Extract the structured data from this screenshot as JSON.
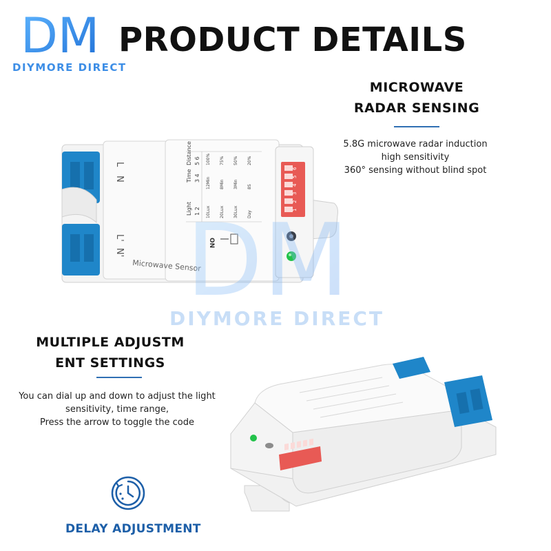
{
  "brand": {
    "logo_letters": "DM",
    "name": "DIYMORE DIRECT",
    "accent_color": "#3d8ee6"
  },
  "header": {
    "title": "PRODUCT DETAILS"
  },
  "section_radar": {
    "title_line1": "MICROWAVE",
    "title_line2": "RADAR SENSING",
    "desc_lines": [
      "5.8G microwave radar induction",
      "high sensitivity",
      "360° sensing without blind spot"
    ]
  },
  "section_settings": {
    "title_line1": "MULTIPLE ADJUSTM",
    "title_line2": "ENT SETTINGS",
    "desc_lines": [
      "You can dial up and down to adjust the light",
      "sensitivity, time range,",
      "Press the arrow to toggle the code"
    ]
  },
  "delay": {
    "icon": "clock-icon",
    "label": "DELAY ADJUSTMENT"
  },
  "device_top": {
    "port_labels": [
      "L",
      "N",
      "L'",
      "N'"
    ],
    "label_headers": [
      "Light",
      "Time",
      "Distance"
    ],
    "label_codes": [
      "1 2",
      "3 4",
      "5 6"
    ],
    "distance_values": [
      "100%",
      "75%",
      "50%",
      "20%"
    ],
    "time_values": [
      "12Min",
      "8Min",
      "3Min",
      "8S"
    ],
    "light_values": [
      "10Lux",
      "20Lux",
      "30Lux",
      "Day"
    ],
    "on_label": "ON",
    "dip_numbers": [
      "1",
      "2",
      "3",
      "4",
      "5",
      "6"
    ],
    "product_name": "Microwave Sensor"
  },
  "watermark": {
    "letters": "DM",
    "text": "DIYMORE DIRECT"
  },
  "colors": {
    "terminal_blue": "#1f86c9",
    "dip_red": "#e85a55",
    "led_green": "#22c24a",
    "rule_blue": "#2f6fb3",
    "icon_blue": "#1d5fa8"
  }
}
